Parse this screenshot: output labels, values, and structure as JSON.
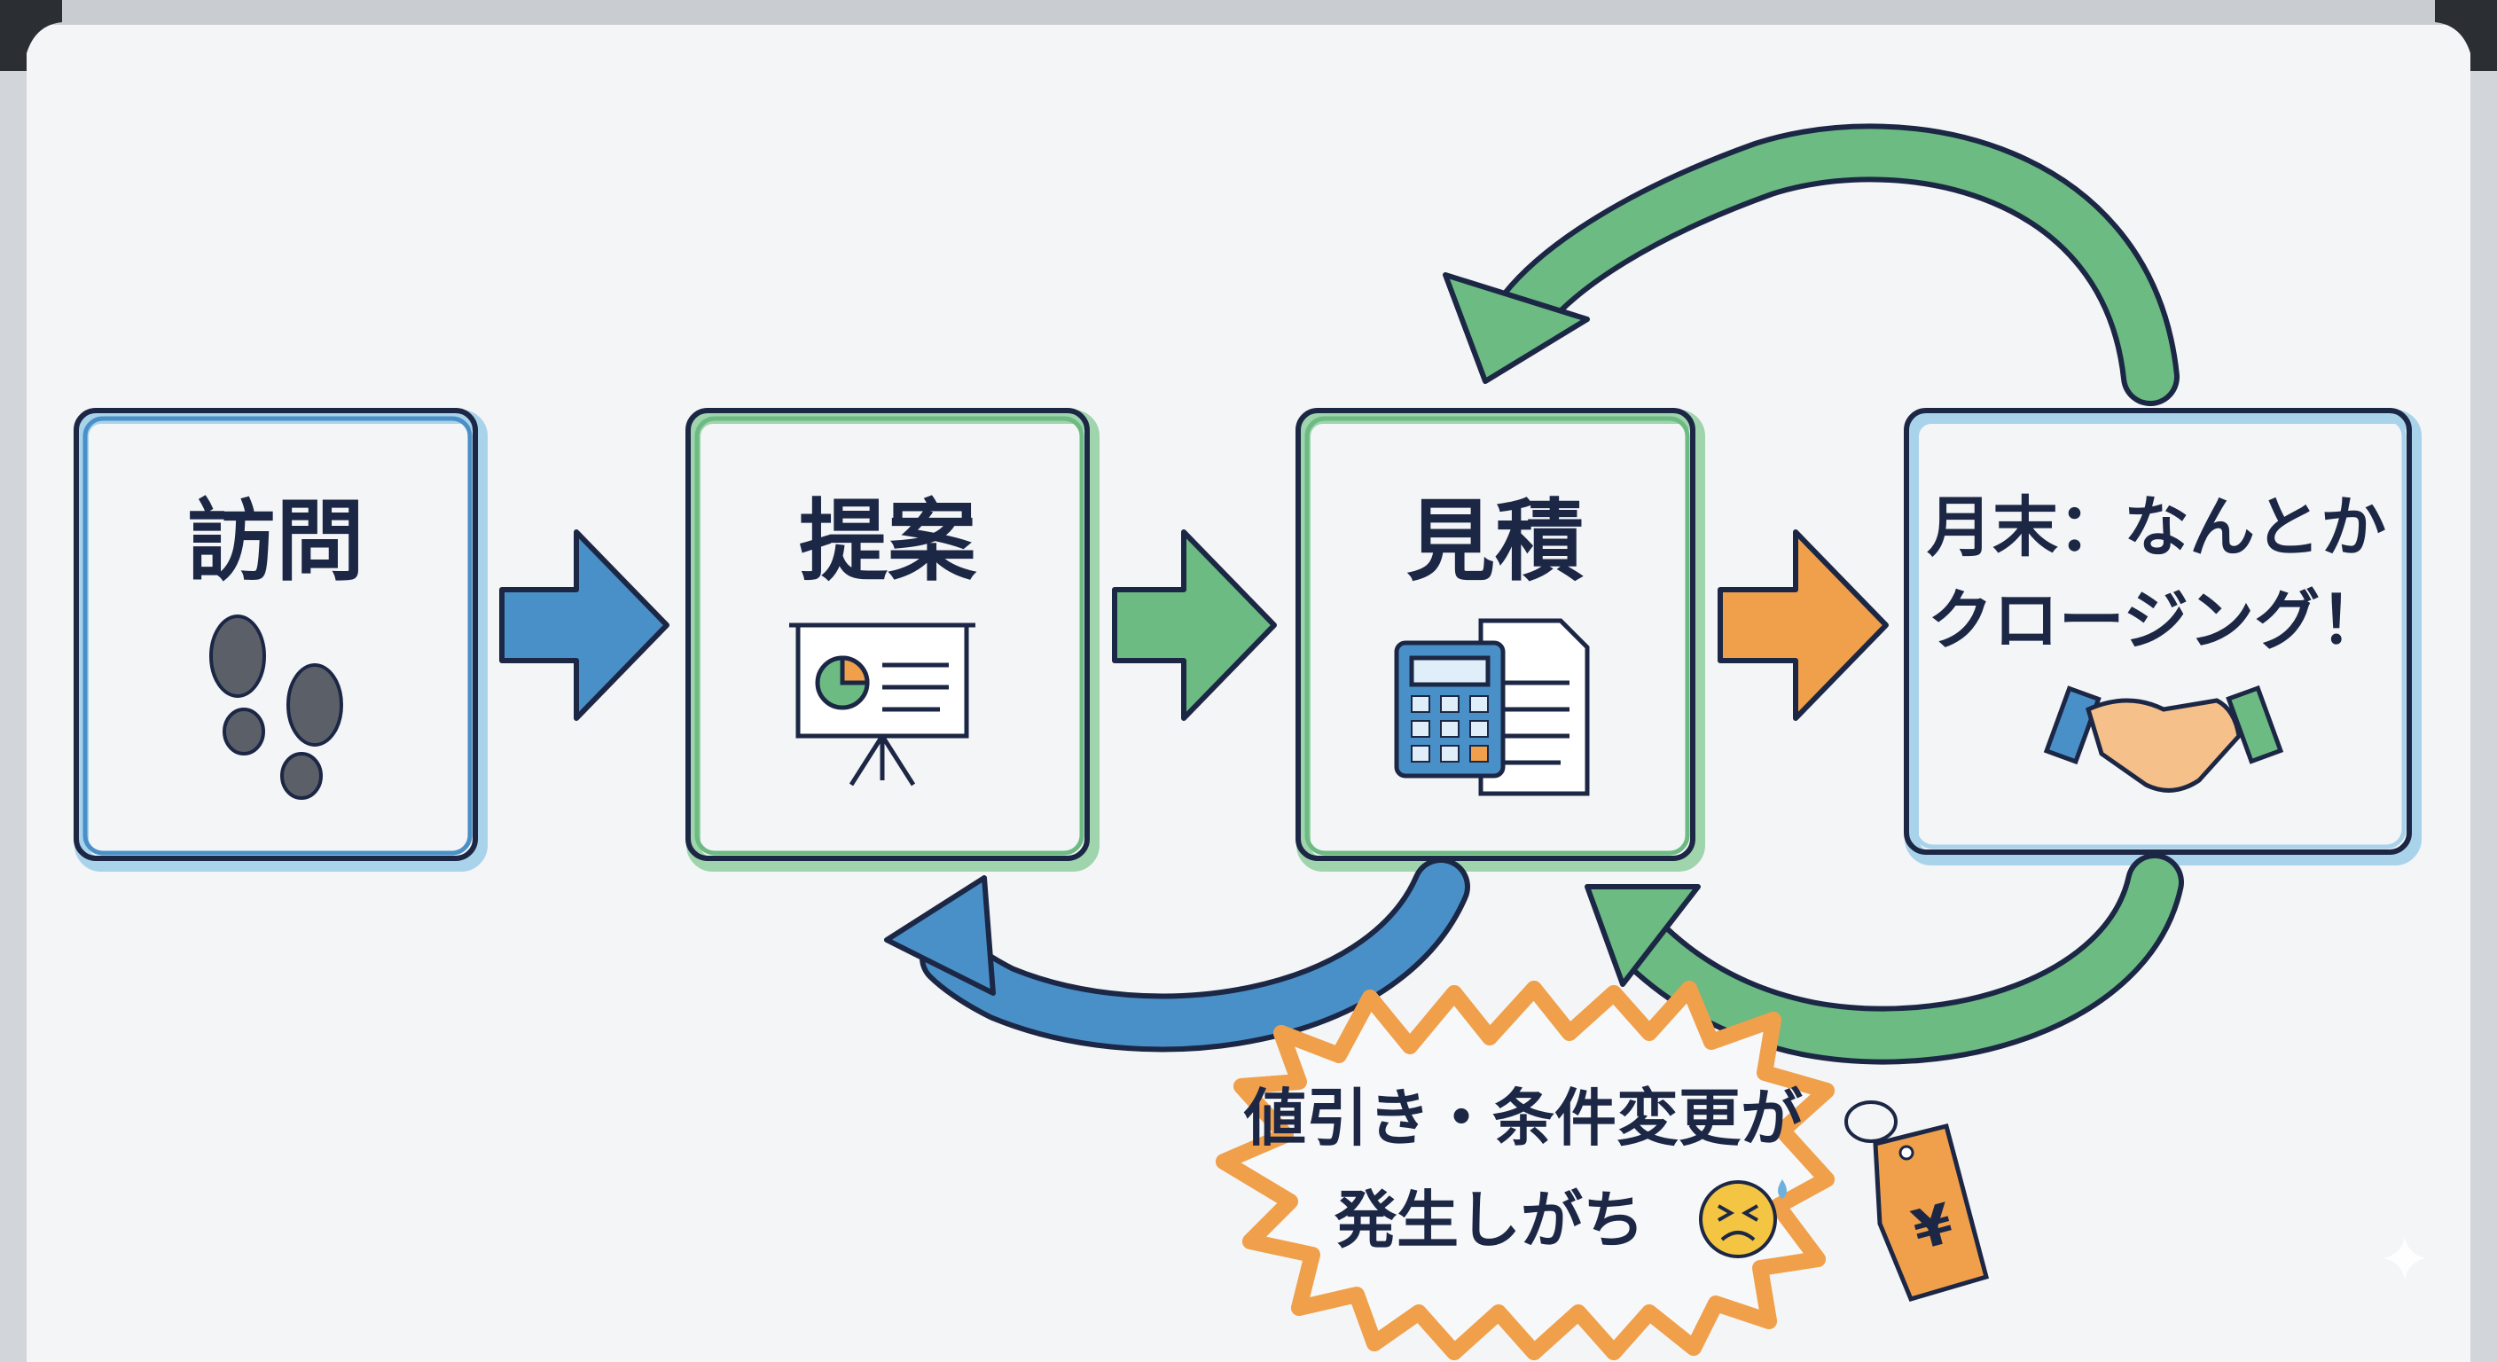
{
  "steps": [
    {
      "label": "訪問",
      "icon": "footprints-icon"
    },
    {
      "label": "提案",
      "icon": "presentation-board-icon"
    },
    {
      "label": "見積",
      "icon": "calculator-document-icon"
    },
    {
      "label_line1": "月末：なんとか",
      "label_line2": "クロージング！",
      "icon": "handshake-icon"
    }
  ],
  "callout": {
    "line1": "値引き・条件変更が",
    "line2": "発生しがち",
    "emoji": "distressed-face-icon",
    "tag_symbol": "¥"
  },
  "colors": {
    "ink": "#1c2745",
    "blue": "#4a90c8",
    "green": "#6cbb82",
    "orange": "#f0a04b",
    "light_blue": "#a9d3ea"
  }
}
